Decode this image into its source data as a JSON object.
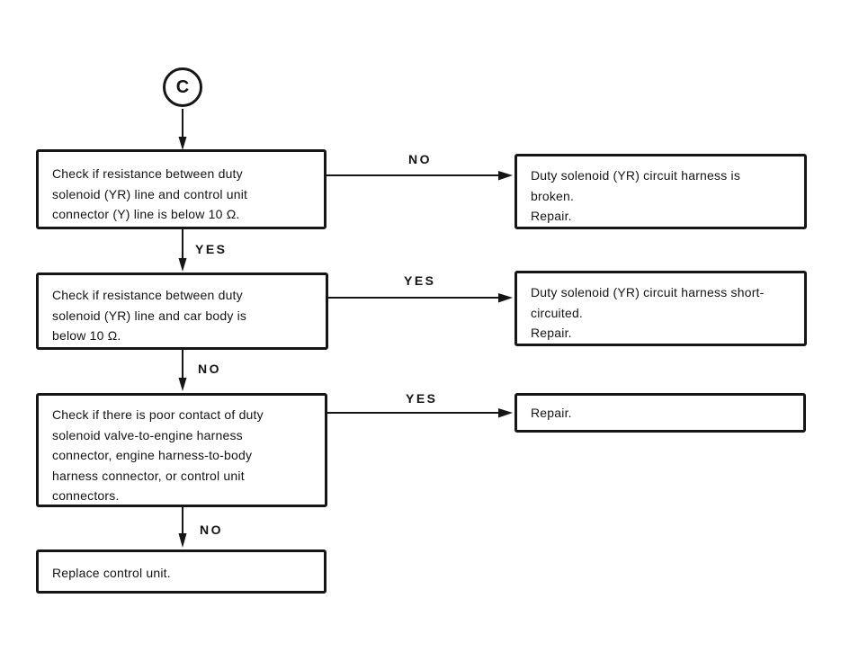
{
  "flowchart": {
    "entry": {
      "label": "C"
    },
    "checks": [
      {
        "text": "Check if resistance between duty solenoid (YR) line and control unit connector (Y) line is below 10 Ω."
      },
      {
        "text": "Check if resistance between duty solenoid (YR) line and car body is below 10 Ω."
      },
      {
        "text": "Check if there is poor contact of duty solenoid valve-to-engine harness connector, engine harness-to-body harness connector, or control unit connectors."
      },
      {
        "text": "Replace control unit."
      }
    ],
    "results": [
      {
        "lines": {
          "0": "Duty solenoid (YR) circuit harness is broken.",
          "1": "Repair."
        }
      },
      {
        "lines": {
          "0": "Duty solenoid (YR) circuit harness short-circuited.",
          "1": "Repair."
        }
      },
      {
        "lines": {
          "0": "Repair."
        }
      }
    ],
    "edge_labels": [
      {
        "from": "check-1",
        "to": "result-1",
        "label": "NO"
      },
      {
        "from": "check-1",
        "to": "check-2",
        "label": "YES"
      },
      {
        "from": "check-2",
        "to": "result-2",
        "label": "YES"
      },
      {
        "from": "check-2",
        "to": "check-3",
        "label": "NO"
      },
      {
        "from": "check-3",
        "to": "result-3",
        "label": "YES"
      },
      {
        "from": "check-3",
        "to": "check-4",
        "label": "NO"
      }
    ],
    "colors": {
      "ink": "#161616",
      "background": "#ffffff"
    }
  }
}
